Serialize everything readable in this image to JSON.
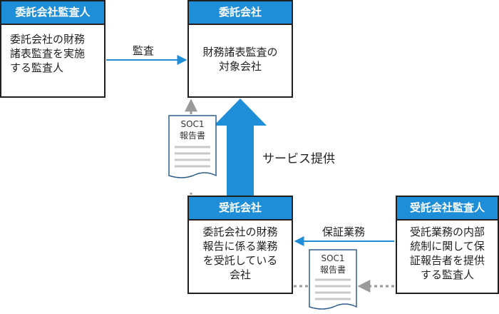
{
  "boxes": {
    "top_left": {
      "header": "委託会社監査人",
      "lines": [
        "委託会社の財務",
        "諸表監査を実施",
        "する監査人"
      ]
    },
    "top_center": {
      "header": "委託会社",
      "lines": [
        "財務諸表監査の",
        "対象会社"
      ]
    },
    "bottom_center": {
      "header": "受託会社",
      "lines": [
        "委託会社の財務",
        "報告に係る業務",
        "を受託している",
        "会社"
      ]
    },
    "bottom_right": {
      "header": "受託会社監査人",
      "lines": [
        "受託業務の内部",
        "統制に関して保",
        "証報告者を提供",
        "する監査人"
      ]
    }
  },
  "labels": {
    "audit": "監査",
    "service": "サービス提供",
    "assurance": "保証業務"
  },
  "documents": [
    {
      "line1": "SOC1",
      "line2": "報告書"
    },
    {
      "line1": "SOC1",
      "line2": "報告書"
    }
  ],
  "colors": {
    "header_blue": "#1f8ed8",
    "arrow_blue": "#1f8ed8",
    "dotted_gray": "#9a9a9a",
    "doc_fill": "#ffffff",
    "doc_stroke": "#2f5f8a"
  }
}
